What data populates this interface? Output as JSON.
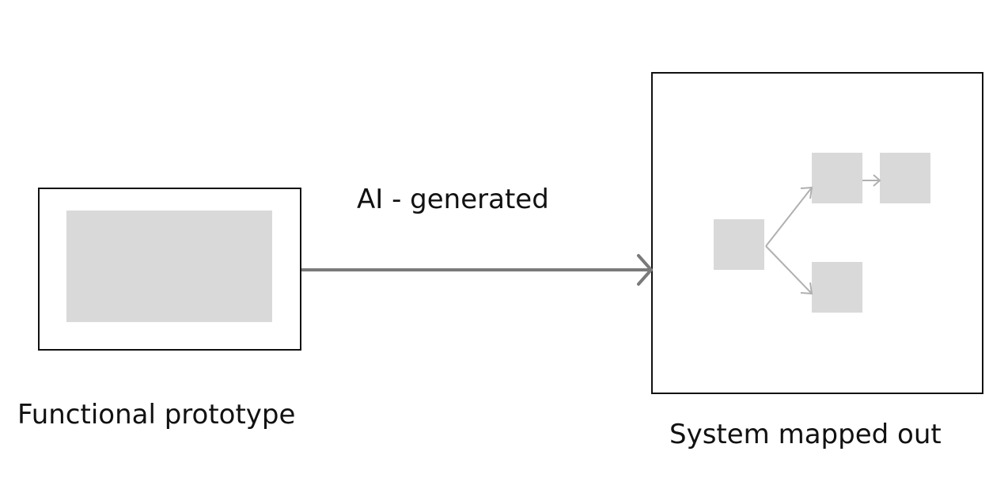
{
  "diagram": {
    "left_label": "Functional prototype",
    "right_label": "System mapped out",
    "arrow_label": "AI - generated"
  },
  "colors": {
    "outline": "#111111",
    "placeholder_fill": "#d9d9d9",
    "main_arrow": "#7a7a7a",
    "tree_edges": "#b0b0b0"
  }
}
